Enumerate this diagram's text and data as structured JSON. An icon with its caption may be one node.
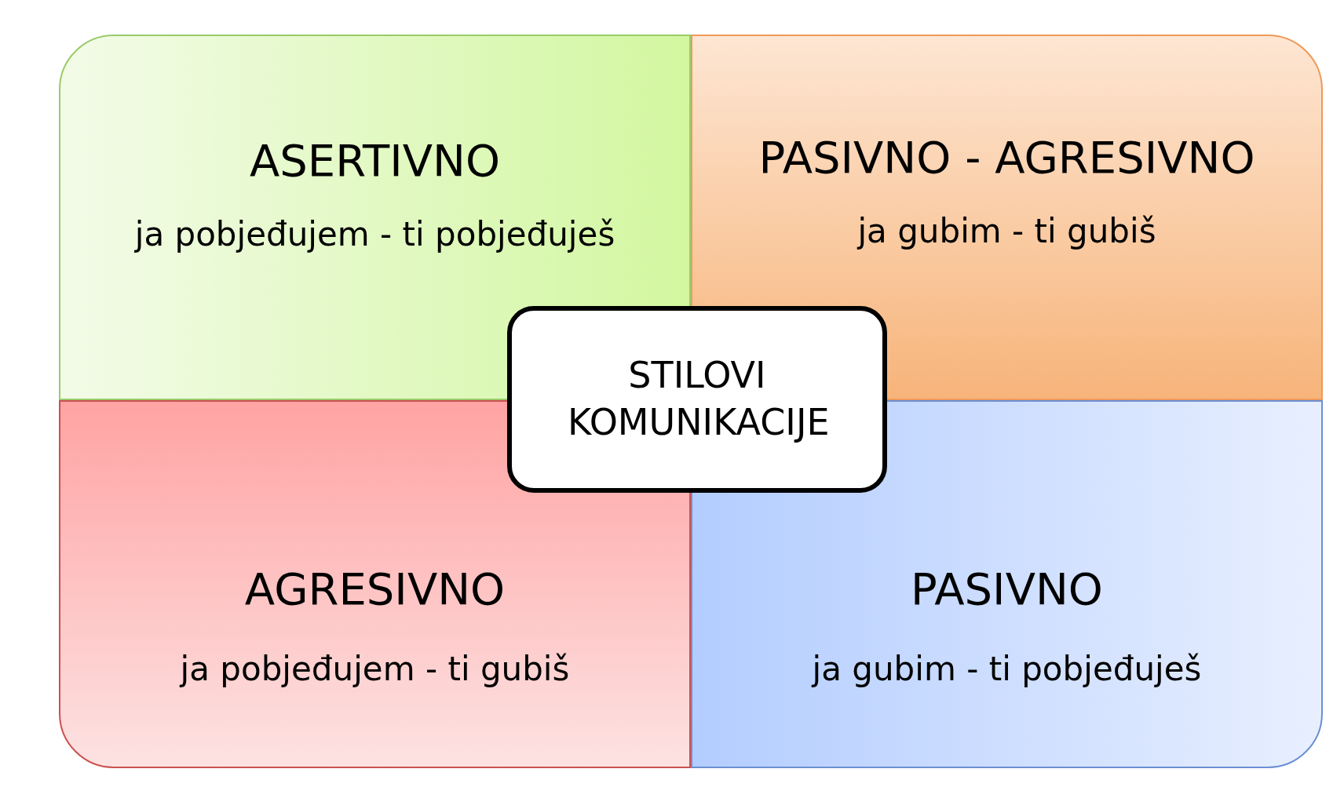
{
  "diagram": {
    "nodes": [
      {
        "text": [
          "ASERTIVNO",
          "ja pobjeđujem - ti pobjeđuješ"
        ]
      },
      {
        "text": [
          "PASIVNO - AGRESIVNO",
          "ja gubim - ti gubiš"
        ]
      },
      {
        "text": [
          "STILOVI KOMUNIKACIJE"
        ]
      },
      {
        "text": [
          "AGRESIVNO",
          "ja pobjeđujem - ti gubiš"
        ]
      },
      {
        "text": [
          "PASIVNO",
          "ja gubim - ti pobjeđuješ"
        ]
      }
    ]
  }
}
